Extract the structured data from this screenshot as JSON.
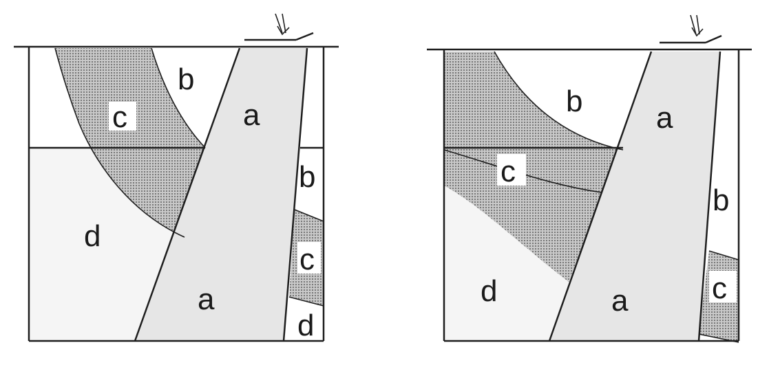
{
  "panels": [
    {
      "labels": {
        "a_upper": "a",
        "a_lower": "a",
        "b_left": "b",
        "c_left": "c",
        "d_left": "d",
        "b_right": "b",
        "c_right": "c",
        "d_right": "d"
      }
    },
    {
      "labels": {
        "a_upper": "a",
        "a_lower": "a",
        "b_left": "b",
        "c_left": "c",
        "d_left": "d",
        "b_right": "b",
        "c_right": "c"
      }
    }
  ],
  "colors": {
    "block_a": "#e6e6e6",
    "layer_c_dots": "#7a7a7a",
    "layer_d": "#f5f5f5",
    "lines": "#1e1e1e"
  },
  "icons": [
    "arrow-down-icon",
    "arrow-down-icon"
  ]
}
